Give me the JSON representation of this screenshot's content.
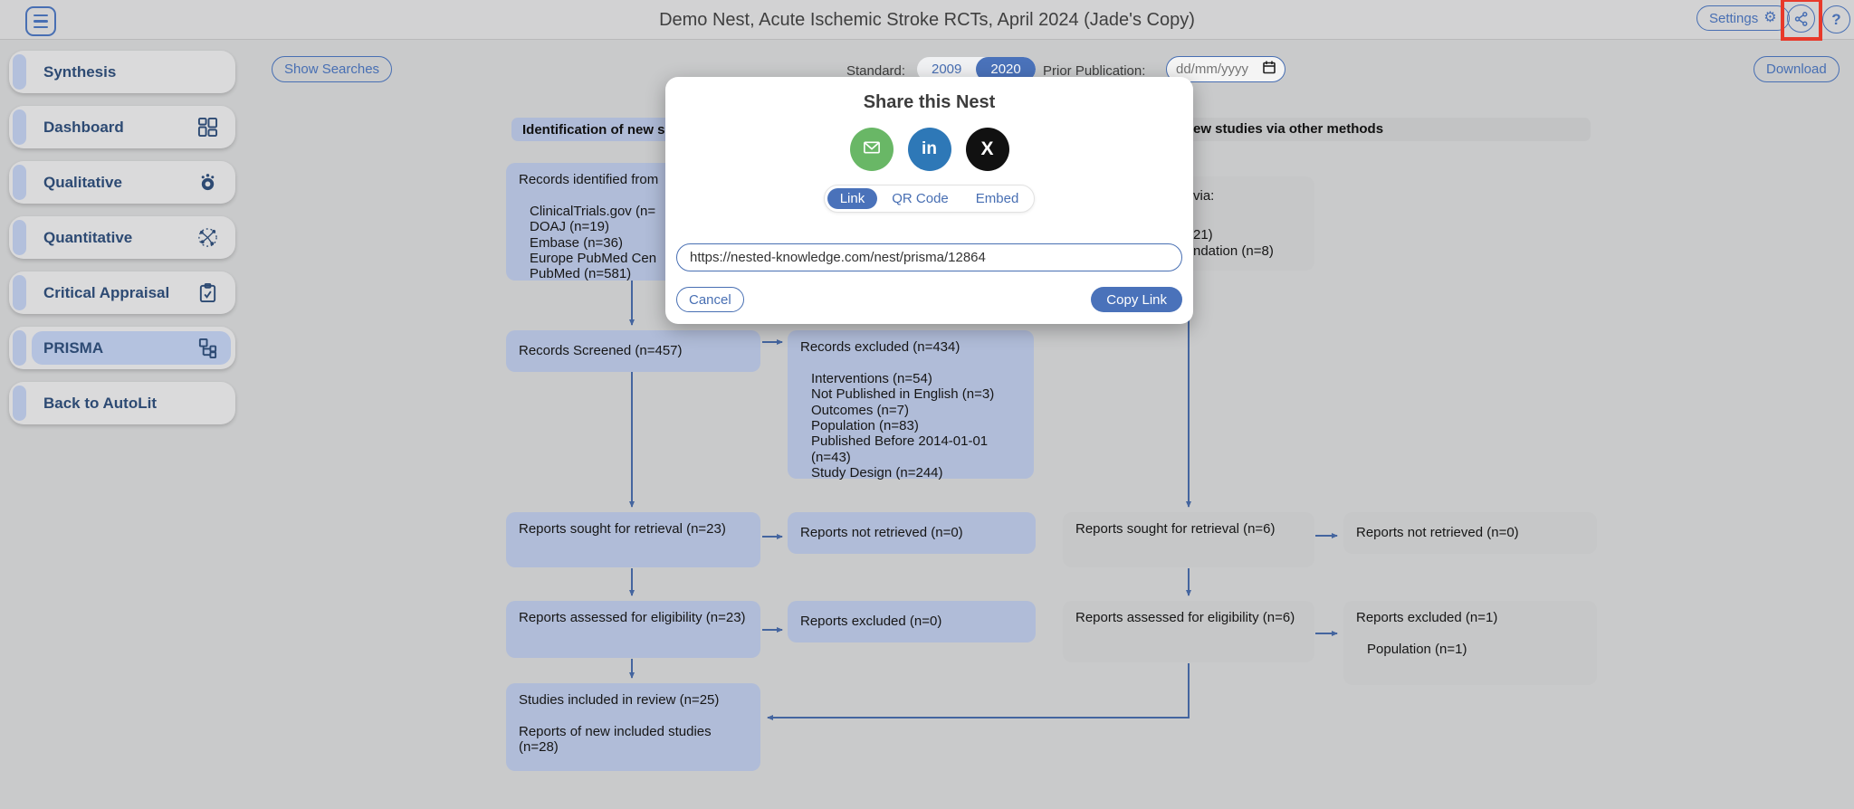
{
  "colors": {
    "accent": "#486fb3",
    "accent_dark": "#2d4a73",
    "selected": "#4a72ba",
    "arrow": "#44659f",
    "box_blue": "#b0bcd8",
    "box_gray": "#c6c7c8",
    "bar_blue": "#afbbd7",
    "bar_gray": "#c2c3c4",
    "bg": "#c9cacb",
    "email_green": "#69b766",
    "linkedin_blue": "#2e78b7",
    "x_black": "#111111",
    "highlight_red": "#e8392a"
  },
  "topbar": {
    "title": "Demo Nest, Acute Ischemic Stroke RCTs, April 2024 (Jade's Copy)",
    "settings_label": "Settings",
    "settings_gear_glyph": "⚙",
    "help_glyph": "?"
  },
  "sidebar": {
    "items": [
      {
        "label": "Synthesis",
        "icon": "none"
      },
      {
        "label": "Dashboard",
        "icon": "dashboard-grid-icon"
      },
      {
        "label": "Qualitative",
        "icon": "qualitative-sunburst-icon"
      },
      {
        "label": "Quantitative",
        "icon": "quantitative-scatter-icon"
      },
      {
        "label": "Critical Appraisal",
        "icon": "critical-appraisal-clipboard-icon"
      },
      {
        "label": "PRISMA",
        "icon": "prisma-flowchart-icon"
      },
      {
        "label": "Back to AutoLit",
        "icon": "none"
      }
    ],
    "active_item": "PRISMA"
  },
  "toolbar": {
    "show_searches_label": "Show Searches",
    "standard_label": "Standard:",
    "standard_options": [
      "2009",
      "2020"
    ],
    "standard_selected": "2020",
    "prior_publication_label": "Prior Publication:",
    "date_placeholder": "dd/mm/yyyy",
    "download_label": "Download"
  },
  "modal": {
    "title": "Share this Nest",
    "share_buttons": [
      {
        "name": "email-share-icon",
        "color": "#69b766"
      },
      {
        "name": "linkedin-share-icon",
        "color": "#2e78b7",
        "glyph": "in"
      },
      {
        "name": "x-share-icon",
        "color": "#111111",
        "glyph": "X"
      }
    ],
    "tab_link": "Link",
    "tab_qr": "QR Code",
    "tab_embed": "Embed",
    "active_tab": "Link",
    "url_value": "https://nested-knowledge.com/nest/prisma/12864",
    "cancel_label": "Cancel",
    "copy_link_label": "Copy Link"
  },
  "diagram": {
    "header_left_fragment": "Identification of new s",
    "header_right_fragment": "ew studies via other methods",
    "identified_box": {
      "intro": "Records identified from",
      "sources": [
        "ClinicalTrials.gov (n=",
        "DOAJ (n=19)",
        "Embase (n=36)",
        "Europe PubMed Cen",
        "PubMed (n=581)"
      ]
    },
    "screened_box": "Records Screened (n=457)",
    "records_excluded_box": {
      "title": "Records excluded (n=434)",
      "reasons": [
        "Interventions (n=54)",
        "Not Published in English (n=3)",
        "Outcomes (n=7)",
        "Population (n=83)",
        "Published Before 2014-01-01 (n=43)",
        "Study Design (n=244)"
      ]
    },
    "reports_sought_new_box": "Reports sought for retrieval (n=23)",
    "reports_not_retrieved_new_box": "Reports not retrieved (n=0)",
    "reports_assessed_new_box": "Reports assessed for eligibility (n=23)",
    "reports_excluded_new_box": "Reports excluded (n=0)",
    "included_box": {
      "line1": "Studies included in review (n=25)",
      "line2": "Reports of new included studies (n=28)"
    },
    "other_methods_box_fragments": {
      "line1": "via:",
      "line2": "21)",
      "line3": "ndation (n=8)"
    },
    "reports_sought_other_box": "Reports sought for retrieval (n=6)",
    "reports_not_retrieved_other_box": "Reports not retrieved (n=0)",
    "reports_assessed_other_box": "Reports assessed for eligibility (n=6)",
    "reports_excluded_other_box": {
      "title": "Reports excluded (n=1)",
      "reasons": [
        "Population (n=1)"
      ]
    }
  }
}
